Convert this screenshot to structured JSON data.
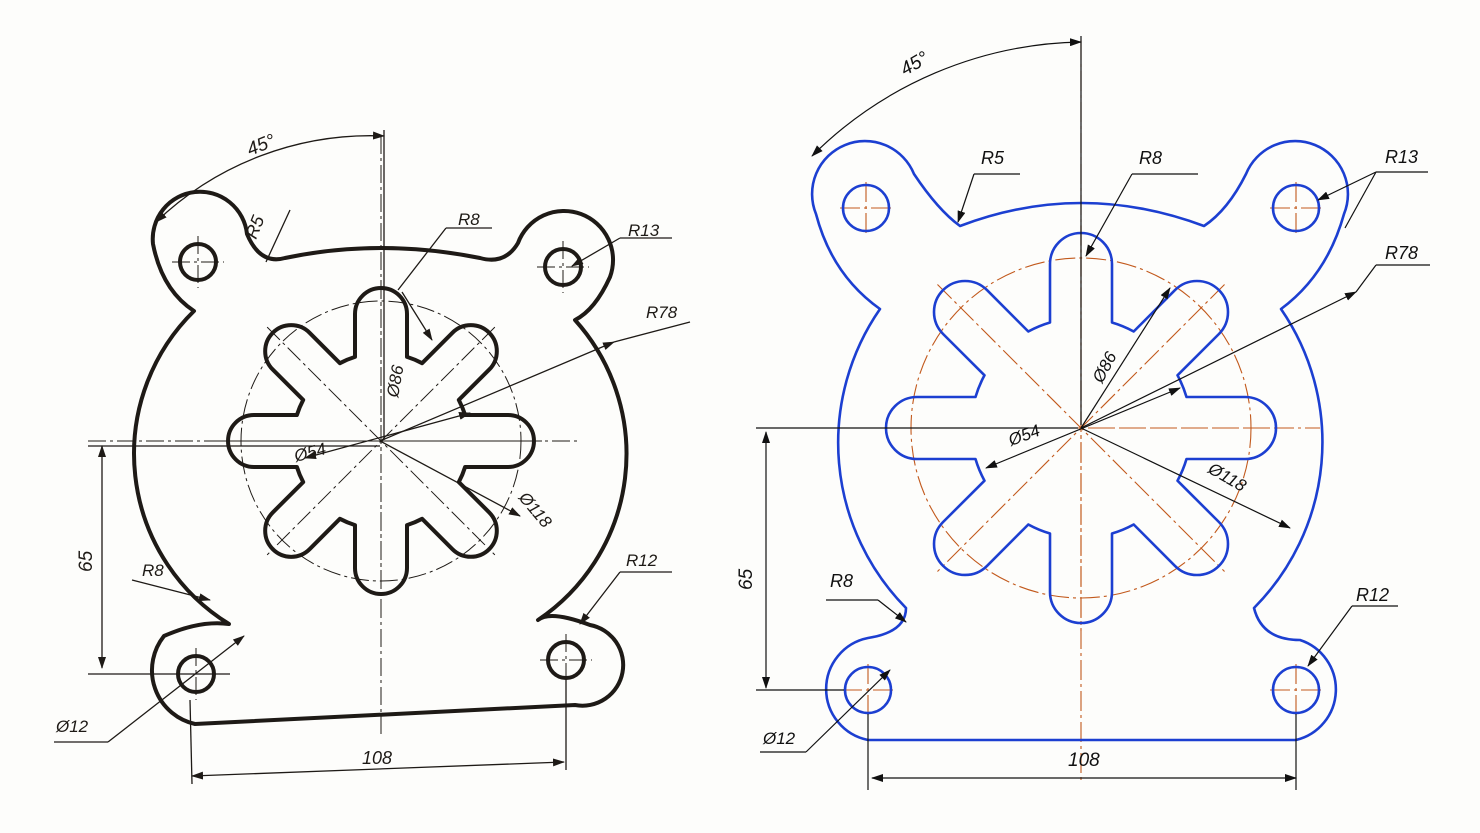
{
  "colors": {
    "paper": "#fdfdfb",
    "sketch_line": "#1e1a16",
    "cad_outline": "#1c3fd1",
    "cad_center": "#c2591c",
    "cad_dim": "#111111"
  },
  "left_drawing": {
    "angle": "45°",
    "r_lug_fillet": "R5",
    "r_tooth": "R8",
    "r_lug": "R13",
    "r_body": "R78",
    "d_pitch": "Ø86",
    "d_hub": "Ø54",
    "d_body": "Ø118",
    "height": "65",
    "r_foot_fillet": "R8",
    "r_foot": "R12",
    "d_hole": "Ø12",
    "width": "108"
  },
  "right_drawing": {
    "angle": "45°",
    "r_lug_fillet": "R5",
    "r_tooth": "R8",
    "r_lug": "R13",
    "r_body": "R78",
    "d_pitch": "Ø86",
    "d_hub": "Ø54",
    "d_body": "Ø118",
    "height": "65",
    "r_foot_fillet": "R8",
    "r_foot": "R12",
    "d_hole": "Ø12",
    "width": "108"
  }
}
